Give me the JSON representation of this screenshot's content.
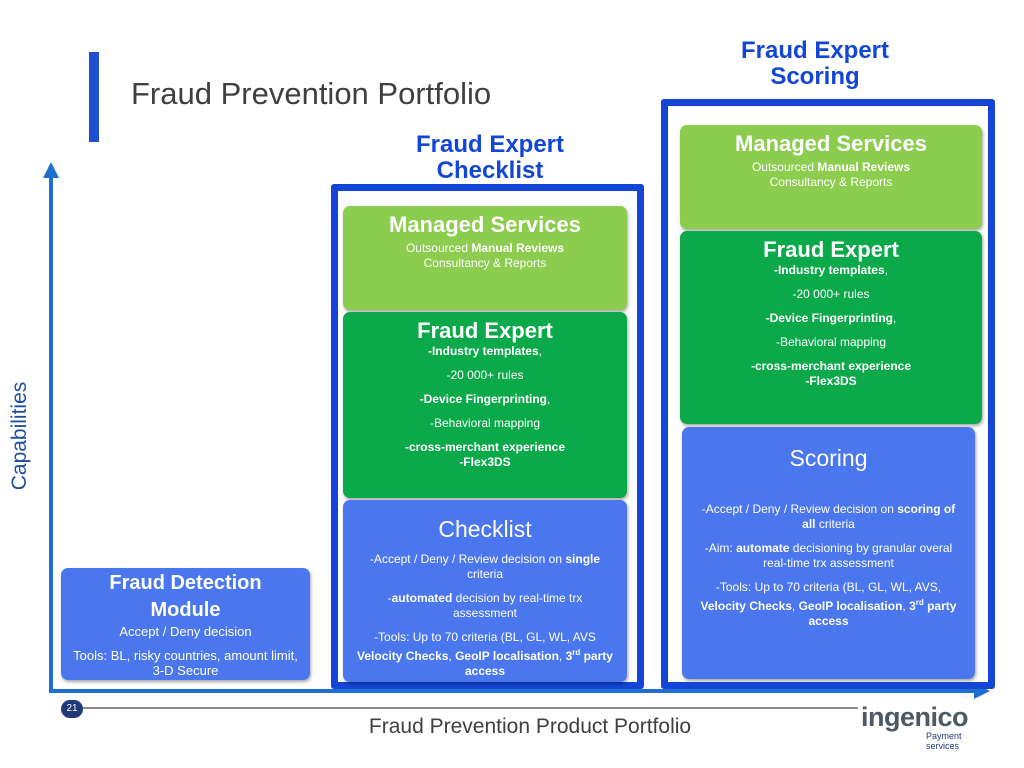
{
  "slide": {
    "title": "Fraud Prevention Portfolio",
    "y_axis_label": "Capabilities",
    "footer_text": "Fraud Prevention Product Portfolio",
    "page_number": "21"
  },
  "groups": {
    "checklist_group": {
      "title_line1": "Fraud Expert",
      "title_line2": "Checklist"
    },
    "scoring_group": {
      "title_line1": "Fraud Expert",
      "title_line2": "Scoring"
    }
  },
  "blocks": {
    "managed_services": {
      "title": "Managed Services",
      "line1_prefix": "Outsourced ",
      "line1_bold": "Manual Reviews",
      "line2": "Consultancy & Reports"
    },
    "fraud_expert": {
      "title": "Fraud Expert",
      "item1_bold": "-Industry templates",
      "item1_suffix": ",",
      "item2": "-20 000+ rules",
      "item3_bold": "-Device Fingerprinting",
      "item3_suffix": ",",
      "item4": "-Behavioral mapping",
      "item5_bold": "-cross-merchant experience",
      "item6_bold": "-Flex3DS"
    },
    "checklist": {
      "title": "Checklist",
      "line1_prefix": "-Accept / Deny / Review decision on ",
      "line1_bold": "single",
      "line1_suffix": " criteria",
      "line2_prefix": "-",
      "line2_bold": "automated",
      "line2_suffix": " decision by real-time trx assessment",
      "line3": "-Tools: Up to 70 criteria (BL, GL, WL, AVS",
      "line4_bold1": "Velocity Checks",
      "line4_sep": ", ",
      "line4_bold2": "GeoIP localisation",
      "line4_sep2": ", ",
      "line4_bold3": "3",
      "line4_sup": "rd",
      "line4_bold4": " party access"
    },
    "scoring": {
      "title": "Scoring",
      "line1_prefix": "-Accept / Deny / Review decision on ",
      "line1_bold": "scoring of all",
      "line1_suffix": " criteria",
      "line2_prefix": "-Aim: ",
      "line2_bold": "automate",
      "line2_suffix": " decisioning by granular overal real-time trx  assessment",
      "line3_prefix": "-Tools: Up to 70 criteria (BL, GL, WL, AVS, ",
      "line3_bold1": "Velocity Checks",
      "line3_sep": ", ",
      "line3_bold2": "GeoIP localisation",
      "line3_sep2": ", ",
      "line3_bold3": "3",
      "line3_sup": "rd",
      "line3_bold4": " party access"
    },
    "fraud_detection_module": {
      "title_line1": "Fraud Detection",
      "title_line2": "Module",
      "line1": "Accept / Deny decision",
      "line2": "Tools: BL, risky countries, amount limit, 3-D Secure"
    }
  },
  "logo": {
    "name": "ingenico",
    "sub_line1": "Payment",
    "sub_line2": "services"
  },
  "colors": {
    "frame_blue": "#1346d6",
    "light_green": "#8ccc4e",
    "green": "#0ca94a",
    "blue_block": "#4a76ee",
    "axis": "#1f6fd0"
  }
}
